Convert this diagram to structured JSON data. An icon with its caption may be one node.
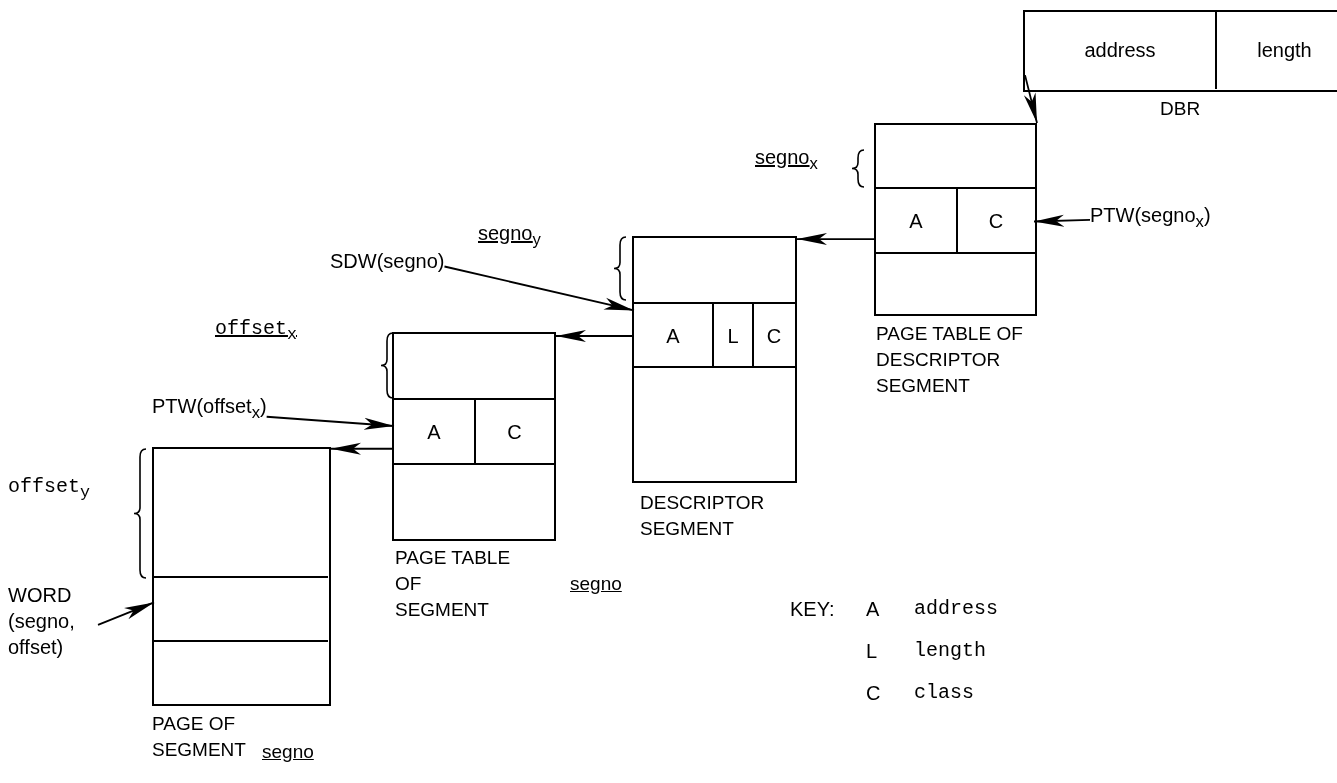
{
  "diagram": {
    "nodes": [
      {
        "text": [
          "DBR"
        ]
      },
      {
        "text": [
          "address"
        ],
        "in": 0
      },
      {
        "text": [
          "length"
        ],
        "in": 0
      },
      {
        "text": [
          "PAGE TABLE OF DESCRIPTOR SEGMENT"
        ]
      },
      {
        "text": [
          "A"
        ],
        "in": 3
      },
      {
        "text": [
          "C"
        ],
        "in": 3
      },
      {
        "text": [
          "PTW(segno$_{x}$)"
        ]
      },
      {
        "text": [
          "DESCRIPTOR SEGMENT"
        ]
      },
      {
        "text": [
          "A"
        ],
        "in": 7
      },
      {
        "text": [
          "L"
        ],
        "in": 7
      },
      {
        "text": [
          "C"
        ],
        "in": 7
      },
      {
        "text": [
          "SDW(segno)"
        ]
      },
      {
        "text": [
          "PAGE TABLE OF SEGMENT",
          "segno"
        ]
      },
      {
        "text": [
          "A"
        ],
        "in": 12
      },
      {
        "text": [
          "C"
        ],
        "in": 12
      },
      {
        "text": [
          "PTW(offset$_{x}$)"
        ]
      },
      {
        "text": [
          "PAGE OF SEGMENT",
          "segno"
        ]
      },
      {
        "text": [],
        "shape": "box",
        "in": 16
      },
      {
        "text": [
          "WORD (segno, offset)"
        ]
      }
    ],
    "edges": [
      {
        "from": 1,
        "to": 3,
        "arrow": "to"
      },
      {
        "from": 6,
        "to": 5,
        "arrow": "to"
      },
      {
        "from": 4,
        "to": 7,
        "arrow": "to"
      },
      {
        "from": 11,
        "to": 8,
        "arrow": "to"
      },
      {
        "from": 8,
        "to": 12,
        "arrow": "to"
      },
      {
        "from": 15,
        "to": 13,
        "arrow": "to"
      },
      {
        "from": 13,
        "to": 16,
        "arrow": "to"
      },
      {
        "from": 18,
        "to": 17,
        "arrow": "to"
      }
    ],
    "labels": [
      "segno$_{x}$",
      "segno$_{y}$",
      "offset$_{x}$",
      "offset$_{y}$",
      "KEY:",
      "A",
      "address",
      "L",
      "length",
      "C",
      "class"
    ]
  }
}
